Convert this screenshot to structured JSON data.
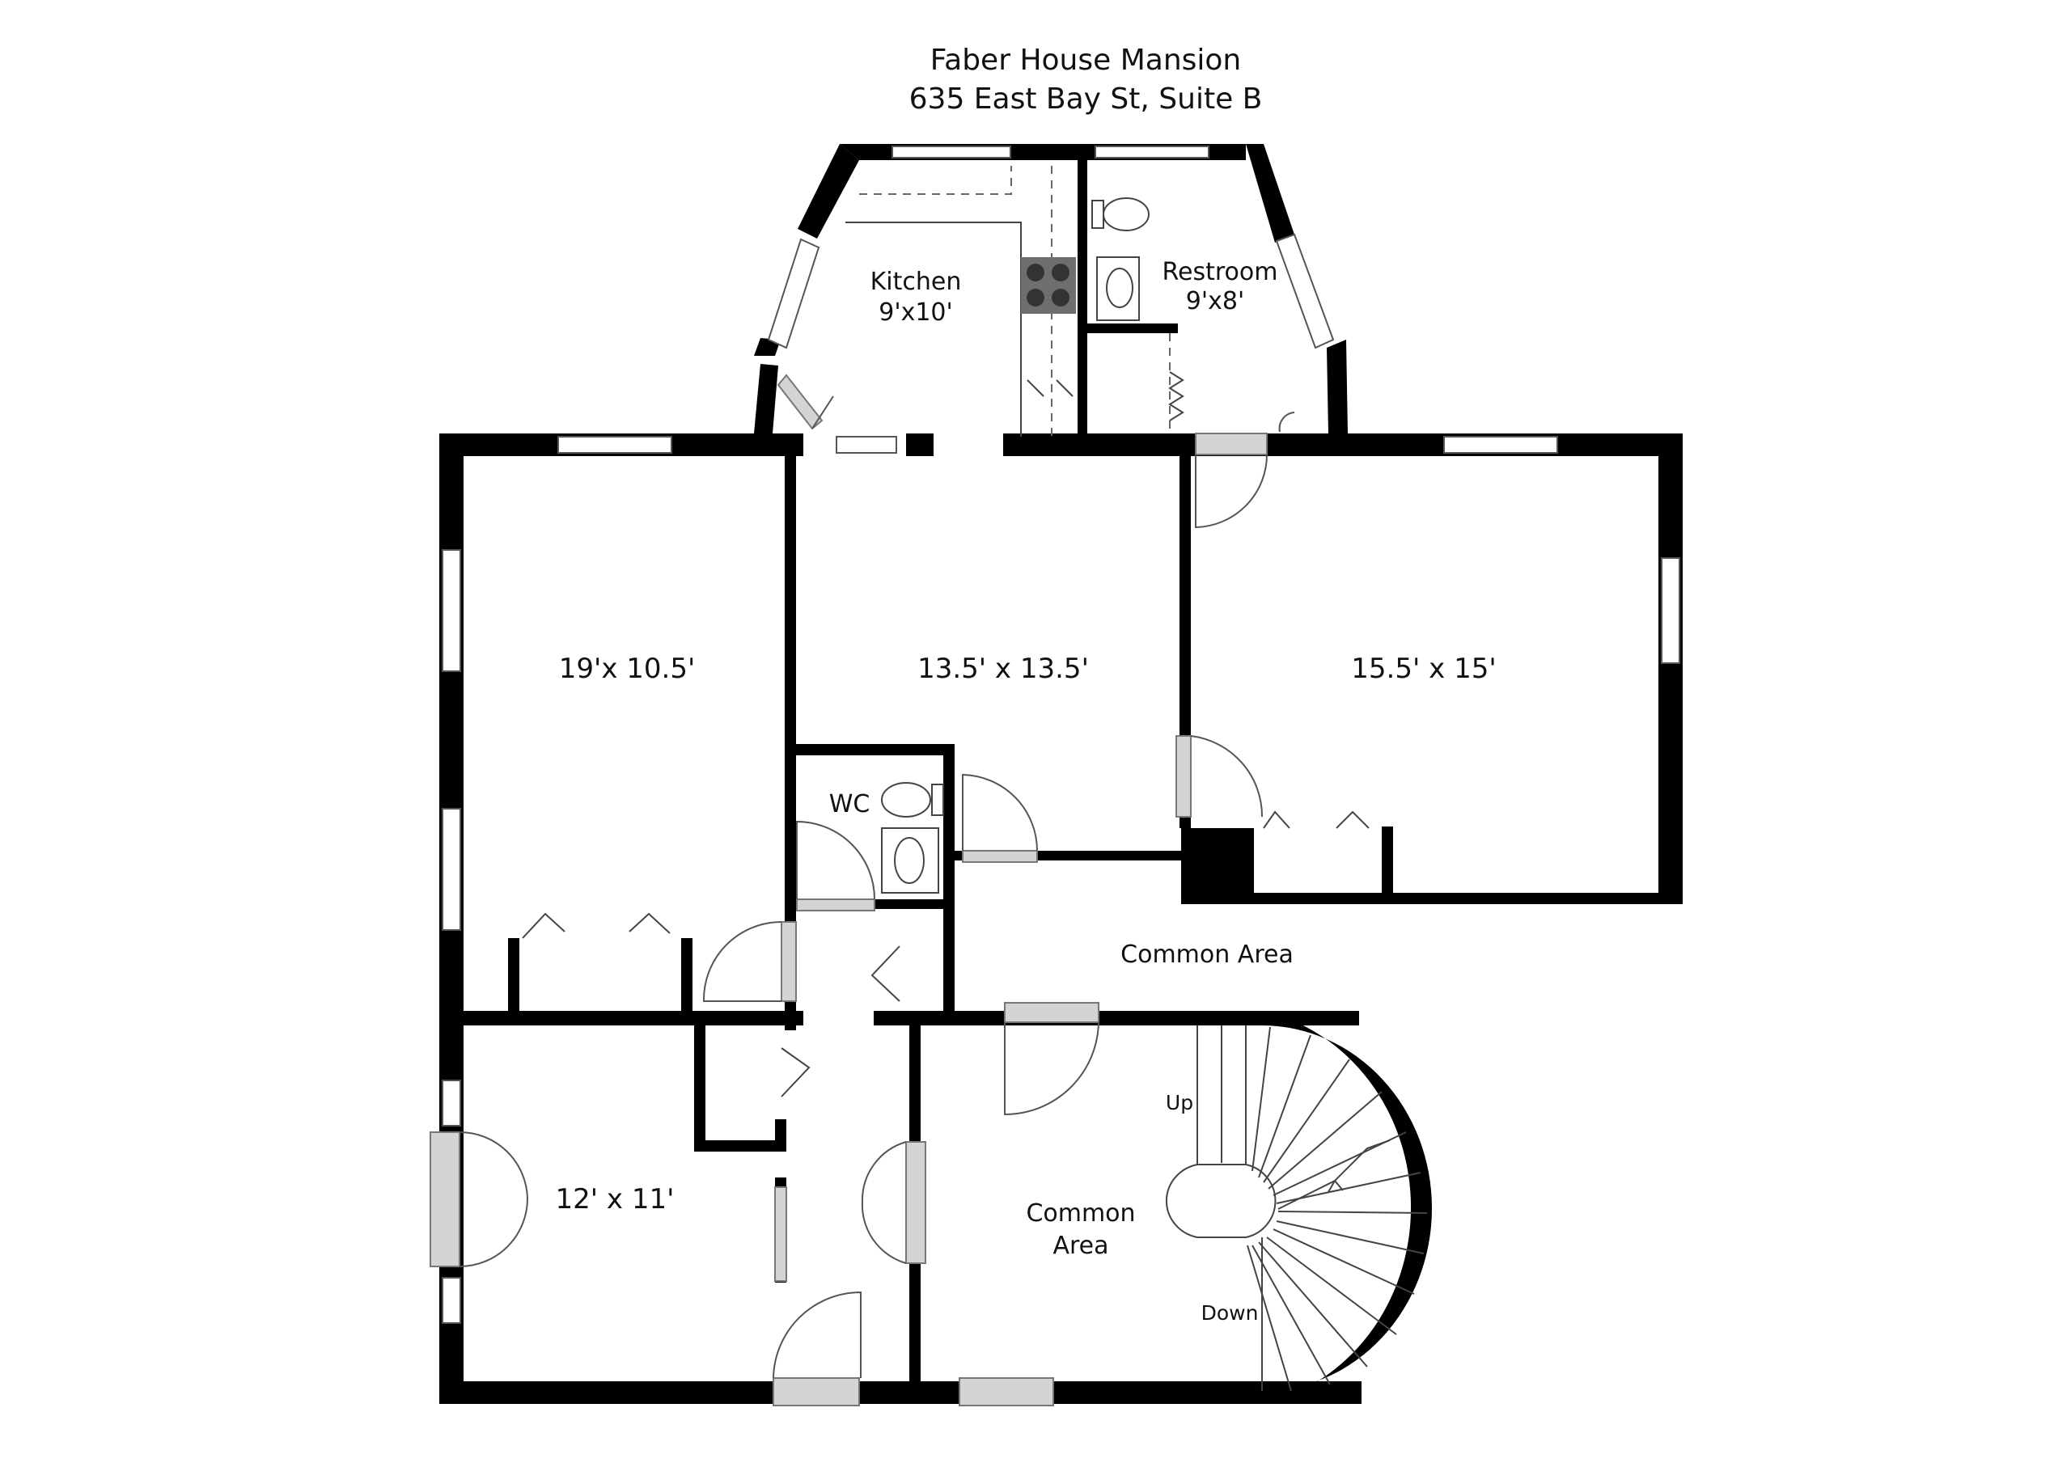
{
  "header": {
    "title": "Faber House Mansion",
    "address": "635 East Bay St, Suite B"
  },
  "rooms": {
    "kitchen": {
      "name": "Kitchen",
      "size": "9'x10'"
    },
    "restroom": {
      "name": "Restroom",
      "size": "9'x8'"
    },
    "room_left": {
      "size": "19'x 10.5'"
    },
    "room_center": {
      "size": "13.5' x 13.5'"
    },
    "room_right": {
      "size": "15.5' x 15'"
    },
    "wc": {
      "name": "WC"
    },
    "room_bottom_left": {
      "size": "12' x 11'"
    },
    "common_hall": {
      "name": "Common Area"
    },
    "common_stair": {
      "line1": "Common",
      "line2": "Area"
    }
  },
  "stairs": {
    "up": "Up",
    "down": "Down"
  },
  "colors": {
    "wall": "#000000",
    "door": "#d4d4d4",
    "background": "#ffffff"
  }
}
